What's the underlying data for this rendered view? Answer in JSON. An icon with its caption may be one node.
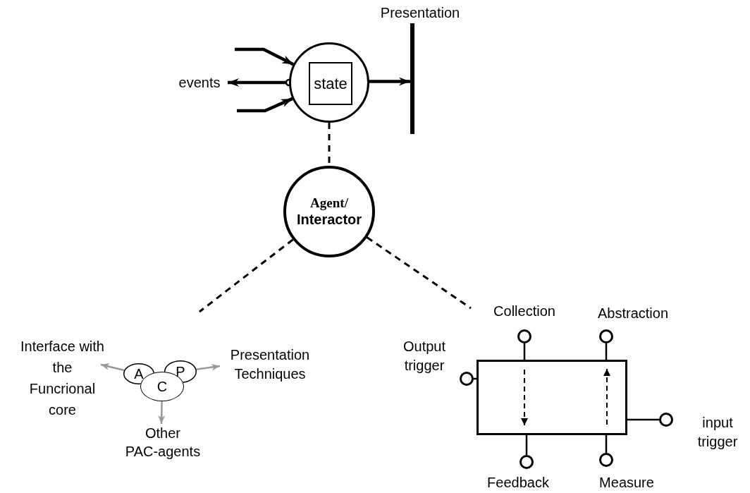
{
  "diagram": {
    "nodes": [
      {
        "text": [
          "Presentation"
        ]
      },
      {
        "text": [],
        "shape": "circle"
      },
      {
        "text": [
          "state"
        ],
        "in": 1
      },
      {
        "text": [
          "events"
        ]
      },
      {
        "text": [
          "Agent/",
          "Interactor"
        ]
      },
      {
        "text": [
          "A"
        ]
      },
      {
        "text": [
          "P"
        ]
      },
      {
        "text": [
          "C"
        ]
      },
      {
        "text": [
          "Interface with the Funcrional core"
        ]
      },
      {
        "text": [
          "Presentation Techniques"
        ]
      },
      {
        "text": [
          "Other PAC-agents"
        ]
      },
      {
        "text": [],
        "shape": "box"
      },
      {
        "text": [],
        "shape": "circle",
        "beside": [
          "Collection"
        ]
      },
      {
        "text": [],
        "shape": "circle",
        "beside": [
          "Abstraction"
        ]
      },
      {
        "text": [],
        "shape": "circle",
        "beside": [
          "Output trigger"
        ]
      },
      {
        "text": [],
        "shape": "circle",
        "beside": [
          "input trigger"
        ]
      },
      {
        "text": [],
        "shape": "circle",
        "beside": [
          "Feedback"
        ]
      },
      {
        "text": [],
        "shape": "circle",
        "beside": [
          "Measure"
        ]
      }
    ],
    "edges": [
      {
        "from": null,
        "to": 1,
        "arrow": "to",
        "style": "thick"
      },
      {
        "from": 1,
        "to": 3,
        "arrow": "to",
        "style": "thick"
      },
      {
        "from": null,
        "to": 1,
        "arrow": "to",
        "style": "thick"
      },
      {
        "from": 2,
        "to": 0,
        "arrow": "both",
        "style": "thick"
      },
      {
        "from": 1,
        "to": 4,
        "arrow": "none",
        "style": "dashed"
      },
      {
        "from": 4,
        "to": null,
        "arrow": "none",
        "style": "dashed"
      },
      {
        "from": 4,
        "to": null,
        "arrow": "none",
        "style": "dashed"
      },
      {
        "from": 5,
        "to": 8,
        "arrow": "to",
        "color": "#999999"
      },
      {
        "from": 6,
        "to": 9,
        "arrow": "to",
        "color": "#999999"
      },
      {
        "from": 7,
        "to": 10,
        "arrow": "to",
        "color": "#999999"
      },
      {
        "from": 12,
        "to": 11,
        "arrow": "none"
      },
      {
        "from": 13,
        "to": 11,
        "arrow": "none"
      },
      {
        "from": 14,
        "to": 11,
        "arrow": "none"
      },
      {
        "from": 15,
        "to": 11,
        "arrow": "none"
      },
      {
        "from": 16,
        "to": 11,
        "arrow": "none"
      },
      {
        "from": 17,
        "to": 11,
        "arrow": "none"
      }
    ]
  }
}
